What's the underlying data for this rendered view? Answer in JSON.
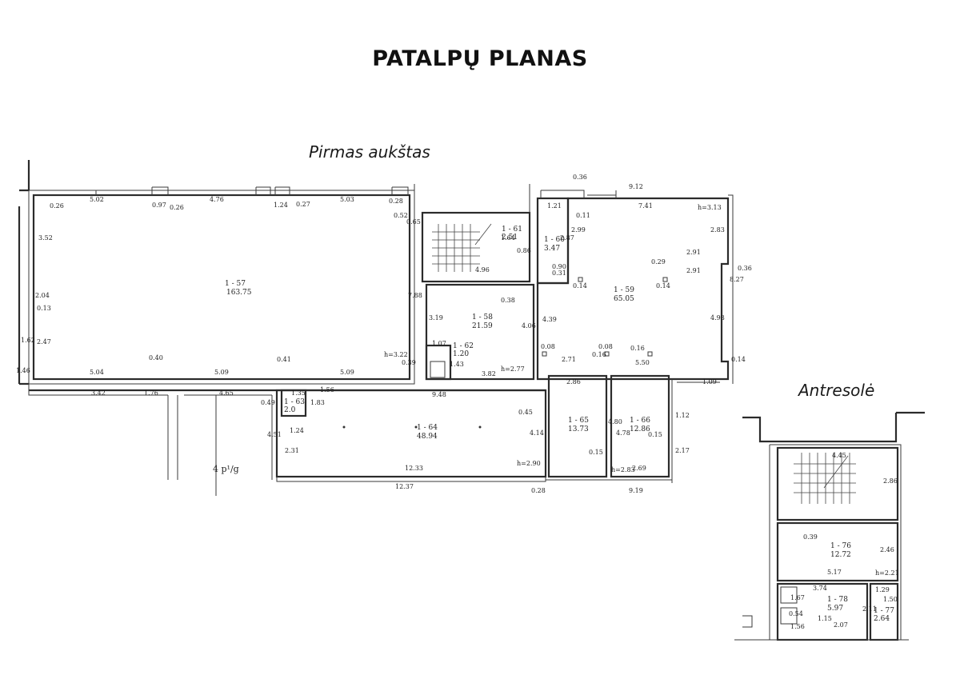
{
  "title": "PATALPŲ PLANAS",
  "floors": {
    "ground": "Pirmas aukštas",
    "mezzanine": "Antresolė"
  },
  "rooms": {
    "r57": {
      "id": "1 - 57",
      "area": "163.75"
    },
    "r58": {
      "id": "1 - 58",
      "area": "21.59"
    },
    "r59": {
      "id": "1 - 59",
      "area": "65.05"
    },
    "r60": {
      "id": "1 - 60",
      "area": "3.47"
    },
    "r61": {
      "id": "1 - 61",
      "area": "2.51"
    },
    "r62": {
      "id": "1 - 62",
      "area": "1.20"
    },
    "r63": {
      "id": "1 - 63",
      "area": "2.0"
    },
    "r64": {
      "id": "1 - 64",
      "area": "48.94"
    },
    "r65": {
      "id": "1 - 65",
      "area": "13.73"
    },
    "r66": {
      "id": "1 - 66",
      "area": "12.86"
    },
    "r76": {
      "id": "1 - 76",
      "area": "12.72"
    },
    "r77": {
      "id": "1 - 77",
      "area": "2.64"
    },
    "r78": {
      "id": "1 - 78",
      "area": "5.97"
    }
  },
  "street_note": "4 p¹/g",
  "heights": {
    "h322": "h=3.22",
    "h277": "h=2.77",
    "h313": "h=3.13",
    "h290": "h=2.90",
    "h283": "h=2.83",
    "h221": "h=2.21"
  },
  "dims": {
    "d502": "5.02",
    "d097": "0.97",
    "d476": "4.76",
    "d124": "1.24",
    "d503": "5.03",
    "d026": "0.26",
    "d027": "0.27",
    "d028": "0.28",
    "d052": "0.52",
    "d065": "0.65",
    "d352": "3.52",
    "d204": "2.04",
    "d013": "0.13",
    "d247": "2.47",
    "d162": "1.62",
    "d146": "1.46",
    "d504": "5.04",
    "d509": "5.09",
    "d509b": "5.09",
    "d040": "0.40",
    "d041": "0.41",
    "d039": "0.39",
    "d465": "4.65",
    "d176": "1.76",
    "d342": "3.42",
    "d156": "1.56",
    "d183": "1.83",
    "d788": "7.88",
    "d496": "4.96",
    "d086": "0.86",
    "d164": "1.64",
    "d319": "3.19",
    "d038": "0.38",
    "d107": "1.07",
    "d143": "1.43",
    "d382": "3.82",
    "d406": "4.06",
    "d439": "4.39",
    "d287": "2.87",
    "d299": "2.99",
    "d090": "0.90",
    "d031": "0.31",
    "d014": "0.14",
    "d036": "0.36",
    "d912": "9.12",
    "d121": "1.21",
    "d011": "0.11",
    "d741": "7.41",
    "d283": "2.83",
    "d029": "0.29",
    "d291": "2.91",
    "d291b": "2.91",
    "d827": "8.27",
    "d493": "4.93",
    "d271": "2.71",
    "d016": "0.16",
    "d008": "0.08",
    "d550": "5.50",
    "d948": "9.48",
    "d045": "0.45",
    "d414": "4.14",
    "d1233": "12.33",
    "d1237": "12.37",
    "d451": "4.51",
    "d231": "2.31",
    "d049": "0.49",
    "d135": "1.35",
    "d286": "2.86",
    "d480": "4.80",
    "d478": "4.78",
    "d015": "0.15",
    "d269": "2.69",
    "d112": "1.12",
    "d217": "2.17",
    "d919": "9.19",
    "d109": "1.09",
    "d286m": "2.86",
    "d445": "4.45",
    "d246": "2.46",
    "d517": "5.17",
    "d374": "3.74",
    "d167": "1.67",
    "d129": "1.29",
    "d150": "1.50",
    "d115": "1.15",
    "d207": "2.07",
    "d156m": "1.56",
    "d211": "2.11",
    "d054": "0.54"
  }
}
